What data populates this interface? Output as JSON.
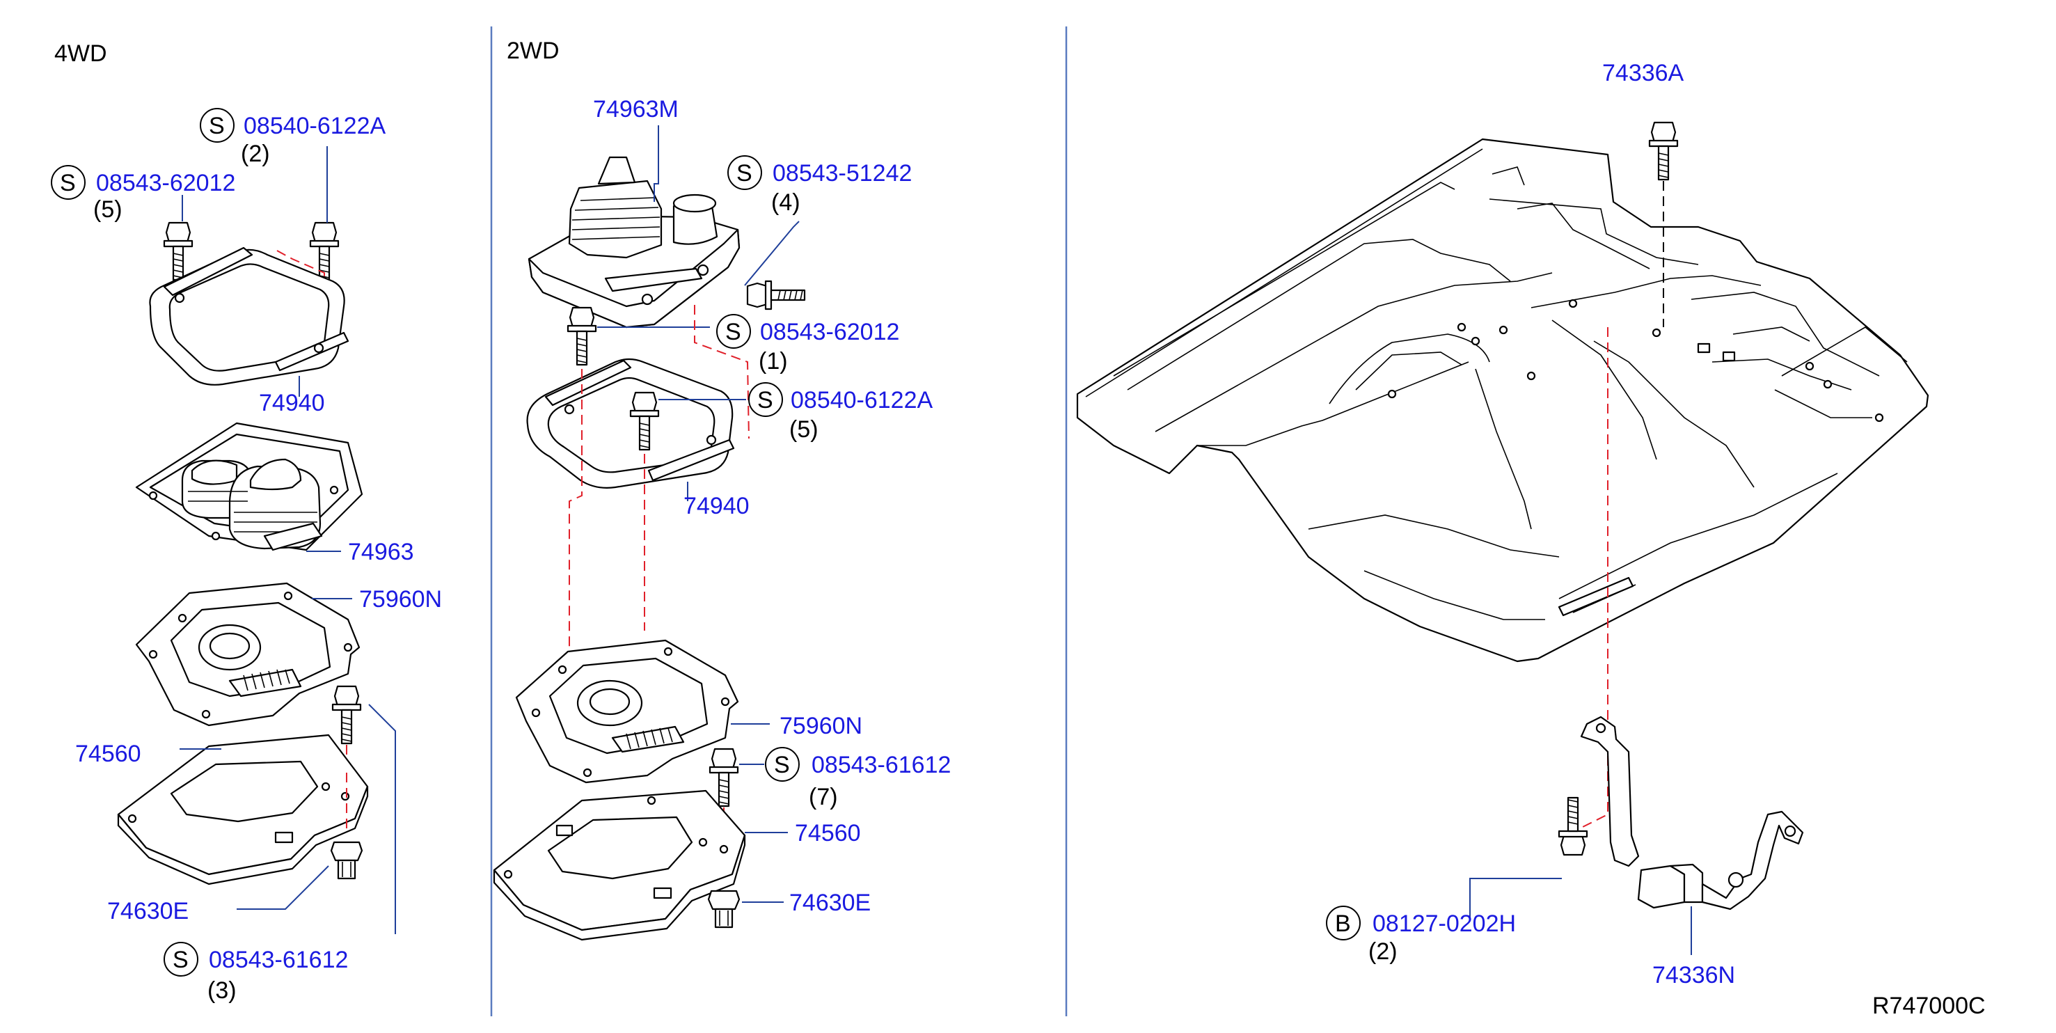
{
  "headers": {
    "left": "4WD",
    "middle": "2WD"
  },
  "symbols": {
    "s": "S",
    "b": "B"
  },
  "labels": {
    "l_08540_6122A": "08540-6122A",
    "l_08540_6122A_qty": "(2)",
    "l_08543_62012": "08543-62012",
    "l_08543_62012_qty": "(5)",
    "l_74940": "74940",
    "l_74963": "74963",
    "l_75960N": "75960N",
    "l_74560": "74560",
    "l_74630E": "74630E",
    "l_08543_61612": "08543-61612",
    "l_08543_61612_qty": "(3)",
    "m_74963M": "74963M",
    "m_08543_51242": "08543-51242",
    "m_08543_51242_qty": "(4)",
    "m_08543_62012": "08543-62012",
    "m_08543_62012_qty": "(1)",
    "m_08540_6122A": "08540-6122A",
    "m_08540_6122A_qty": "(5)",
    "m_74940": "74940",
    "m_75960N": "75960N",
    "m_08543_61612": "08543-61612",
    "m_08543_61612_qty": "(7)",
    "m_74560": "74560",
    "m_74630E": "74630E",
    "r_74336A": "74336A",
    "r_08127_0202H": "08127-0202H",
    "r_08127_0202H_qty": "(2)",
    "r_74336N": "74336N"
  },
  "diagram_code": "R747000C",
  "colors": {
    "part_number": "#1a1ae0",
    "leader": "#1f3f9a",
    "assembly_dash": "#e0202a",
    "divider": "#5a7bbf"
  }
}
